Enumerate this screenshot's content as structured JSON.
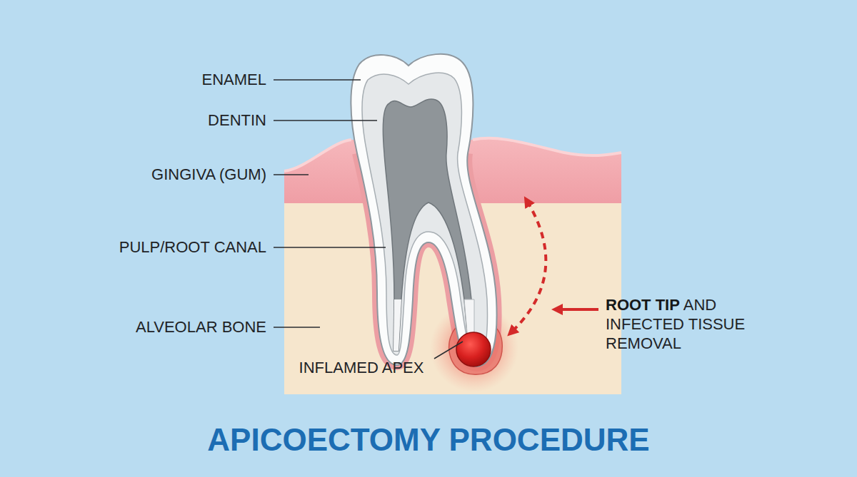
{
  "diagram": {
    "title": "APICOECTOMY PROCEDURE",
    "labels": [
      "ENAMEL",
      "DENTIN",
      "GINGIVA (GUM)",
      "PULP/ROOT CANAL",
      "ALVEOLAR BONE",
      "INFLAMED APEX",
      "ROOT TIP",
      "AND INFECTED TISSUE REMOVAL"
    ]
  }
}
